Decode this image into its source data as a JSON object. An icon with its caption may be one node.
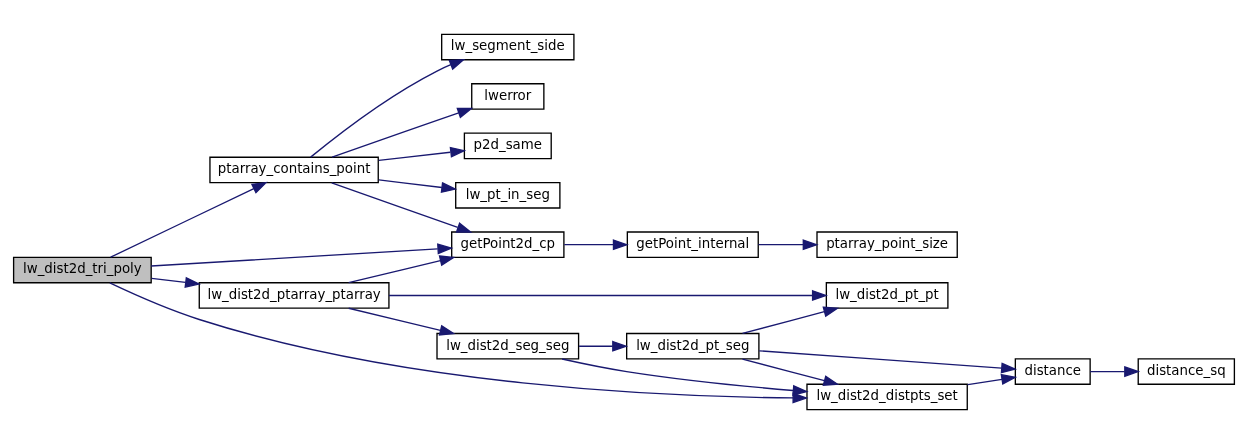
{
  "diagram": {
    "nodes": [
      {
        "text": [
          "lw_dist2d_tri_poly"
        ]
      },
      {
        "text": [
          "lw_dist2d_ptarray_ptarray"
        ]
      },
      {
        "text": [
          "lw_dist2d_distpts_set"
        ]
      },
      {
        "text": [
          "getPoint2d_cp"
        ]
      },
      {
        "text": [
          "ptarray_contains_point"
        ]
      },
      {
        "text": [
          "lw_dist2d_pt_pt"
        ]
      },
      {
        "text": [
          "lw_dist2d_seg_seg"
        ]
      },
      {
        "text": [
          "lw_dist2d_pt_seg"
        ]
      },
      {
        "text": [
          "distance"
        ]
      },
      {
        "text": [
          "distance_sq"
        ]
      },
      {
        "text": [
          "getPoint_internal"
        ]
      },
      {
        "text": [
          "ptarray_point_size"
        ]
      },
      {
        "text": [
          "lw_pt_in_seg"
        ]
      },
      {
        "text": [
          "lw_segment_side"
        ]
      },
      {
        "text": [
          "lwerror"
        ]
      },
      {
        "text": [
          "p2d_same"
        ]
      }
    ],
    "edges": [
      {
        "from": 0,
        "to": 1,
        "arrow": "to"
      },
      {
        "from": 0,
        "to": 2,
        "arrow": "to"
      },
      {
        "from": 0,
        "to": 3,
        "arrow": "to"
      },
      {
        "from": 0,
        "to": 4,
        "arrow": "to"
      },
      {
        "from": 1,
        "to": 5,
        "arrow": "to"
      },
      {
        "from": 1,
        "to": 6,
        "arrow": "to"
      },
      {
        "from": 1,
        "to": 3,
        "arrow": "to"
      },
      {
        "from": 6,
        "to": 7,
        "arrow": "to"
      },
      {
        "from": 6,
        "to": 2,
        "arrow": "to"
      },
      {
        "from": 7,
        "to": 5,
        "arrow": "to"
      },
      {
        "from": 7,
        "to": 8,
        "arrow": "to"
      },
      {
        "from": 7,
        "to": 2,
        "arrow": "to"
      },
      {
        "from": 2,
        "to": 8,
        "arrow": "to"
      },
      {
        "from": 8,
        "to": 9,
        "arrow": "to"
      },
      {
        "from": 3,
        "to": 10,
        "arrow": "to"
      },
      {
        "from": 10,
        "to": 11,
        "arrow": "to"
      },
      {
        "from": 4,
        "to": 3,
        "arrow": "to"
      },
      {
        "from": 4,
        "to": 12,
        "arrow": "to"
      },
      {
        "from": 4,
        "to": 13,
        "arrow": "to"
      },
      {
        "from": 4,
        "to": 14,
        "arrow": "to"
      },
      {
        "from": 4,
        "to": 15,
        "arrow": "to"
      }
    ]
  }
}
